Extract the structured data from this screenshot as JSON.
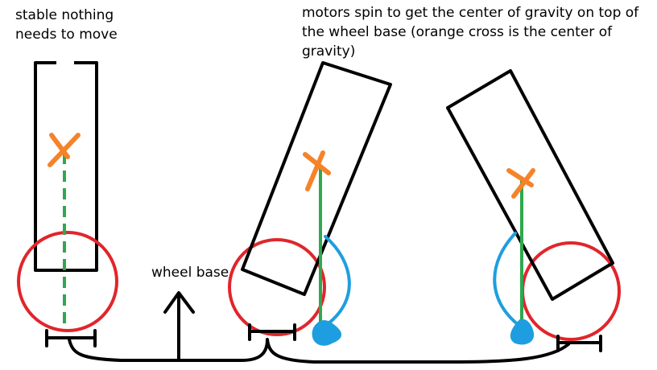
{
  "captions": {
    "stable": "stable nothing\nneeds to move",
    "motors": "motors spin to get the center of gravity on top of\nthe wheel base (orange cross is the center of\ngravity)",
    "wheel_base": "wheel base"
  },
  "colors": {
    "outline": "#000000",
    "wheel": "#e0262b",
    "center_of_gravity": "#f5832a",
    "gravity_line": "#2fa84f",
    "motor_motion": "#1e9ee0",
    "background": "#ffffff"
  },
  "icons": {
    "center_of_gravity": "orange-cross-icon",
    "wheel_base_pointer": "up-arrow-icon"
  }
}
